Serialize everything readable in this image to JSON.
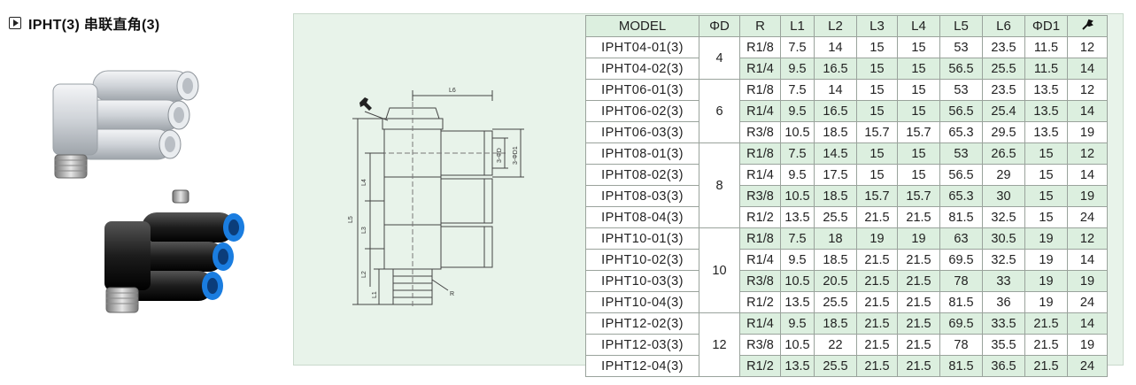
{
  "heading": {
    "title": "IPHT(3) 串联直角(3)"
  },
  "drawing_labels": {
    "l6": "L6",
    "l5": "L5",
    "l4": "L4",
    "l3": "L3",
    "l2": "L2",
    "l1": "L1",
    "od": "3-ΦD",
    "od1": "3-ΦD1",
    "r": "R"
  },
  "table": {
    "headers": [
      "MODEL",
      "ΦD",
      "R",
      "L1",
      "L2",
      "L3",
      "L4",
      "L5",
      "L6",
      "ΦD1"
    ],
    "wrench_header_icon": "wrench-icon",
    "groups": [
      {
        "od": "4",
        "rows": [
          [
            "IPHT04-01(3)",
            "R1/8",
            "7.5",
            "14",
            "15",
            "15",
            "53",
            "23.5",
            "11.5",
            "12"
          ],
          [
            "IPHT04-02(3)",
            "R1/4",
            "9.5",
            "16.5",
            "15",
            "15",
            "56.5",
            "25.5",
            "11.5",
            "14"
          ]
        ]
      },
      {
        "od": "6",
        "rows": [
          [
            "IPHT06-01(3)",
            "R1/8",
            "7.5",
            "14",
            "15",
            "15",
            "53",
            "23.5",
            "13.5",
            "12"
          ],
          [
            "IPHT06-02(3)",
            "R1/4",
            "9.5",
            "16.5",
            "15",
            "15",
            "56.5",
            "25.4",
            "13.5",
            "14"
          ],
          [
            "IPHT06-03(3)",
            "R3/8",
            "10.5",
            "18.5",
            "15.7",
            "15.7",
            "65.3",
            "29.5",
            "13.5",
            "19"
          ]
        ]
      },
      {
        "od": "8",
        "rows": [
          [
            "IPHT08-01(3)",
            "R1/8",
            "7.5",
            "14.5",
            "15",
            "15",
            "53",
            "26.5",
            "15",
            "12"
          ],
          [
            "IPHT08-02(3)",
            "R1/4",
            "9.5",
            "17.5",
            "15",
            "15",
            "56.5",
            "29",
            "15",
            "14"
          ],
          [
            "IPHT08-03(3)",
            "R3/8",
            "10.5",
            "18.5",
            "15.7",
            "15.7",
            "65.3",
            "30",
            "15",
            "19"
          ],
          [
            "IPHT08-04(3)",
            "R1/2",
            "13.5",
            "25.5",
            "21.5",
            "21.5",
            "81.5",
            "32.5",
            "15",
            "24"
          ]
        ]
      },
      {
        "od": "10",
        "rows": [
          [
            "IPHT10-01(3)",
            "R1/8",
            "7.5",
            "18",
            "19",
            "19",
            "63",
            "30.5",
            "19",
            "12"
          ],
          [
            "IPHT10-02(3)",
            "R1/4",
            "9.5",
            "18.5",
            "21.5",
            "21.5",
            "69.5",
            "32.5",
            "19",
            "14"
          ],
          [
            "IPHT10-03(3)",
            "R3/8",
            "10.5",
            "20.5",
            "21.5",
            "21.5",
            "78",
            "33",
            "19",
            "19"
          ],
          [
            "IPHT10-04(3)",
            "R1/2",
            "13.5",
            "25.5",
            "21.5",
            "21.5",
            "81.5",
            "36",
            "19",
            "24"
          ]
        ]
      },
      {
        "od": "12",
        "rows": [
          [
            "IPHT12-02(3)",
            "R1/4",
            "9.5",
            "18.5",
            "21.5",
            "21.5",
            "69.5",
            "33.5",
            "21.5",
            "14"
          ],
          [
            "IPHT12-03(3)",
            "R3/8",
            "10.5",
            "22",
            "21.5",
            "21.5",
            "78",
            "35.5",
            "21.5",
            "19"
          ],
          [
            "IPHT12-04(3)",
            "R1/2",
            "13.5",
            "25.5",
            "21.5",
            "21.5",
            "81.5",
            "36.5",
            "21.5",
            "24"
          ]
        ]
      }
    ]
  }
}
